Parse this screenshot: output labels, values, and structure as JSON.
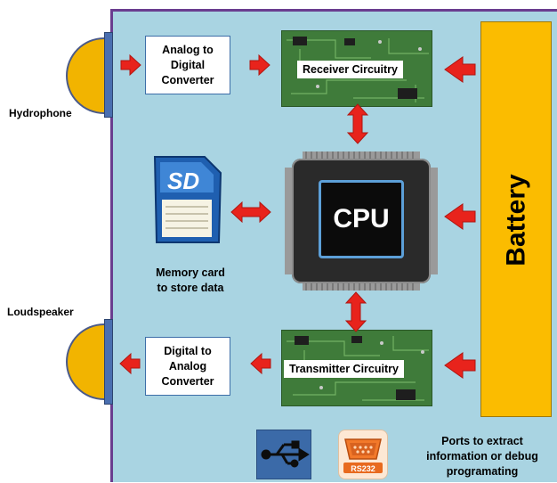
{
  "components": {
    "hydrophone_label": "Hydrophone",
    "loudspeaker_label": "Loudspeaker",
    "adc_label_1": "Analog to",
    "adc_label_2": "Digital",
    "adc_label_3": "Converter",
    "dac_label_1": "Digital to",
    "dac_label_2": "Analog",
    "dac_label_3": "Converter",
    "receiver_label": "Receiver Circuitry",
    "transmitter_label": "Transmitter Circuitry",
    "cpu_label": "CPU",
    "battery_label": "Battery",
    "memory_label_1": "Memory card",
    "memory_label_2": "to store data",
    "ports_label_1": "Ports to extract",
    "ports_label_2": "information or debug",
    "ports_label_3": "programating",
    "rs232_label": "RS232"
  },
  "colors": {
    "board": "#a9d4e2",
    "arrow": "#e8231c",
    "battery": "#fbbc00",
    "speaker": "#f2b400",
    "pcb": "#3f7b3a",
    "usb_tile": "#3b6aa8",
    "rs232_tile": "#f2792a"
  },
  "icons": [
    "usb-icon",
    "rs232-icon",
    "sd-card-icon",
    "cpu-chip-icon"
  ]
}
